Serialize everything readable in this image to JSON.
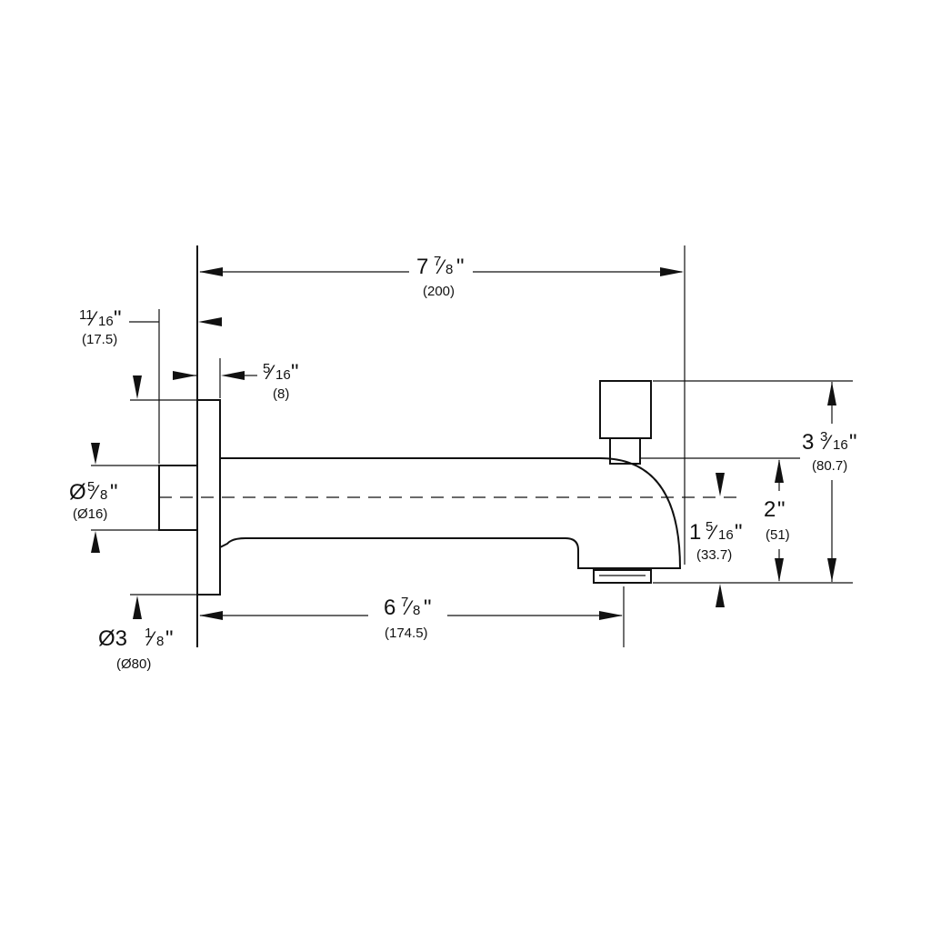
{
  "dimensions": {
    "overall_length": {
      "whole": "7",
      "num": "7",
      "den": "8",
      "unit": "\"",
      "metric": "(200)"
    },
    "spout_length": {
      "whole": "6",
      "num": "7",
      "den": "8",
      "unit": "\"",
      "metric": "(174.5)"
    },
    "pipe_projection": {
      "whole": "",
      "num": "11",
      "den": "16",
      "unit": "\"",
      "metric": "(17.5)"
    },
    "flange_thickness": {
      "whole": "",
      "num": "5",
      "den": "16",
      "unit": "\"",
      "metric": "(8)"
    },
    "pipe_diameter": {
      "prefix": "Ø",
      "num": "5",
      "den": "8",
      "unit": "\"",
      "metric": "(Ø16)"
    },
    "flange_diameter": {
      "prefix": "Ø3",
      "num": "1",
      "den": "8",
      "unit": "\"",
      "metric": "(Ø80)"
    },
    "outlet_drop": {
      "whole": "1",
      "num": "5",
      "den": "16",
      "unit": "\"",
      "metric": "(33.7)"
    },
    "spout_height": {
      "whole": "2",
      "unit": "\"",
      "metric": "(51)"
    },
    "overall_height": {
      "whole": "3",
      "num": "3",
      "den": "16",
      "unit": "\"",
      "metric": "(80.7)"
    }
  }
}
